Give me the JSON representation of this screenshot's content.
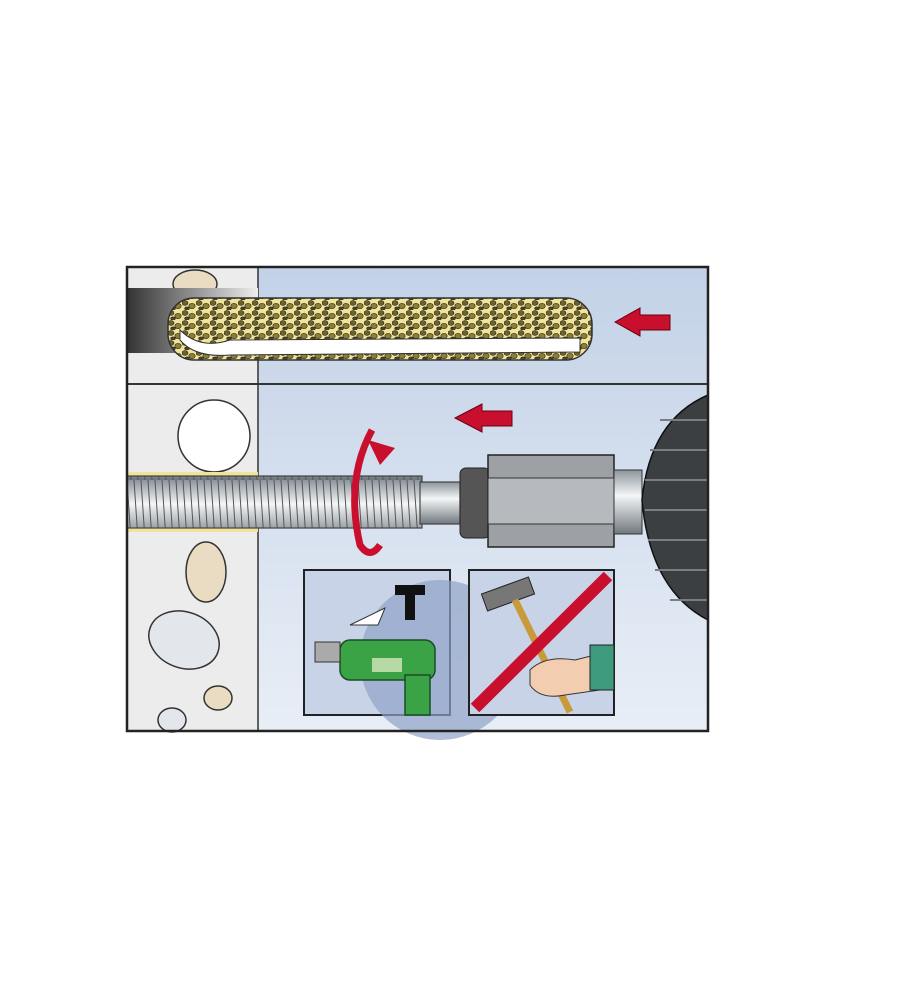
{
  "figure": {
    "panels": [
      "insert-capsule",
      "drive-threaded-rod"
    ],
    "insets": [
      "rotary-drill-allowed",
      "hammer-prohibited"
    ]
  },
  "colors": {
    "arrow": "#c8102e",
    "background_panel": "#c9d6e8",
    "stone": "#ececec",
    "capsule": "#f2e39a",
    "drill_green": "#3aa346",
    "frame": "#222222"
  }
}
